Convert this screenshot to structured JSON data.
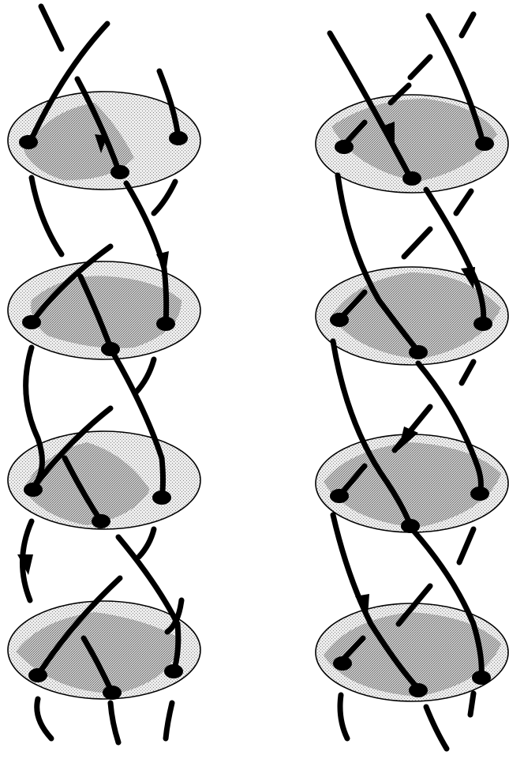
{
  "figure": {
    "columns": [
      {
        "id": "left-braid",
        "disc_count": 4
      },
      {
        "id": "right-braid",
        "disc_count": 4
      }
    ]
  },
  "colors": {
    "ink": "#000000",
    "disc_light": "#eeeeee",
    "disc_dark": "#9a9a9a",
    "background": "#ffffff"
  }
}
